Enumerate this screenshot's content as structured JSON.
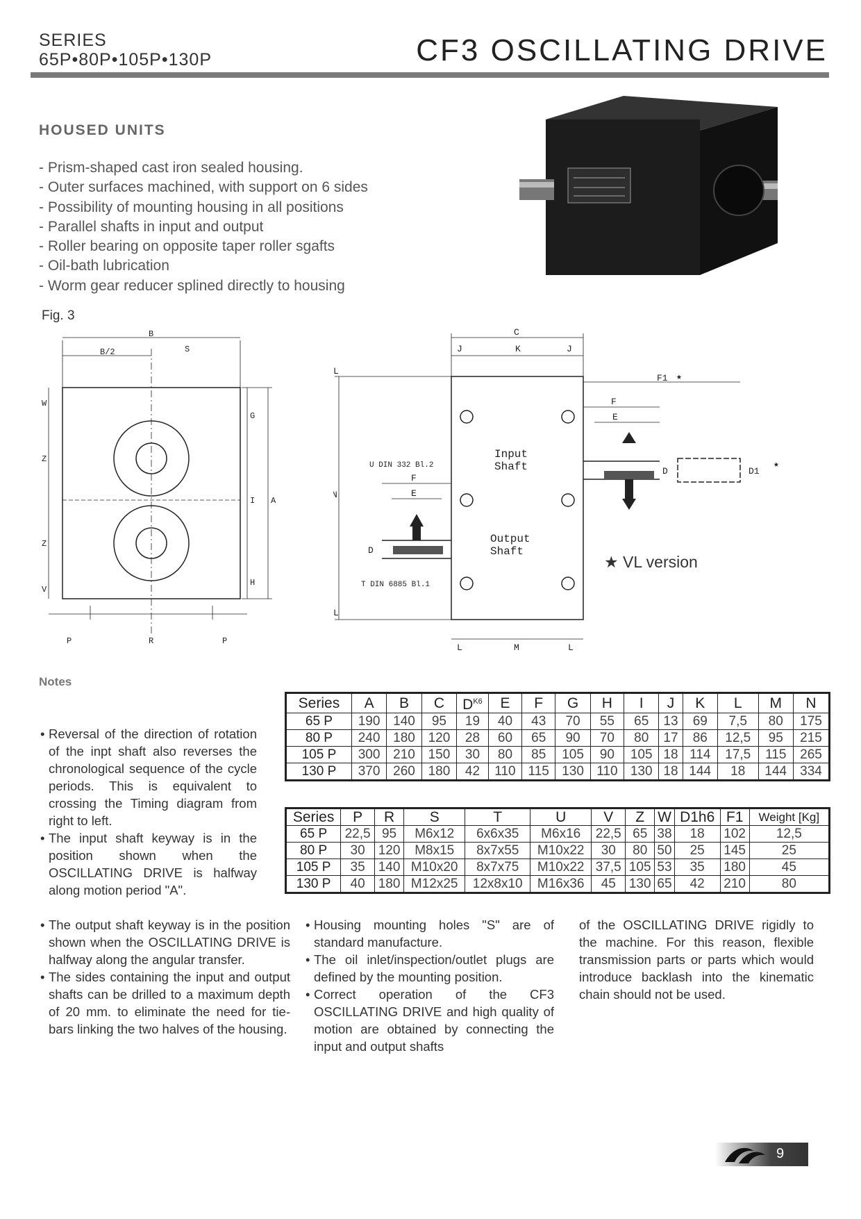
{
  "header": {
    "series_line1": "SERIES",
    "series_line2": "65P•80P•105P•130P",
    "title": "CF3 OSCILLATING DRIVE"
  },
  "section_title": "HOUSED UNITS",
  "features": [
    "- Prism-shaped cast iron sealed housing.",
    "- Outer surfaces machined, with support on 6 sides",
    "- Possibility of mounting housing in all positions",
    "- Parallel shafts in input and output",
    "- Roller bearing on opposite taper roller sgafts",
    "- Oil-bath lubrication",
    "- Worm gear reducer splined directly to housing"
  ],
  "figure": {
    "caption": "Fig. 3",
    "left_labels": {
      "B": "B",
      "B2": "B/2",
      "S": "S",
      "W": "W",
      "Z": "Z",
      "V": "V",
      "G": "G",
      "I": "I",
      "H": "H",
      "A": "A",
      "P": "P",
      "R": "R"
    },
    "right_labels": {
      "C": "C",
      "J": "J",
      "K": "K",
      "L": "L",
      "N": "N",
      "M": "M",
      "F1": "F1",
      "F": "F",
      "E": "E",
      "D": "D",
      "D1": "D1",
      "U": "U DIN 332 Bl.2",
      "T": "T DIN 6885 Bl.1",
      "input": [
        "Input",
        "Shaft"
      ],
      "output": [
        "Output",
        "Shaft"
      ],
      "star": "★"
    },
    "vl_note": "★ VL version"
  },
  "notes_title": "Notes",
  "table1": {
    "headers": [
      "Series",
      "A",
      "B",
      "C",
      "D",
      "E",
      "F",
      "G",
      "H",
      "I",
      "J",
      "K",
      "L",
      "M",
      "N"
    ],
    "d_superscript": "K6",
    "rows": [
      [
        "65 P",
        "190",
        "140",
        "95",
        "19",
        "40",
        "43",
        "70",
        "55",
        "65",
        "13",
        "69",
        "7,5",
        "80",
        "175"
      ],
      [
        "80 P",
        "240",
        "180",
        "120",
        "28",
        "60",
        "65",
        "90",
        "70",
        "80",
        "17",
        "86",
        "12,5",
        "95",
        "215"
      ],
      [
        "105 P",
        "300",
        "210",
        "150",
        "30",
        "80",
        "85",
        "105",
        "90",
        "105",
        "18",
        "114",
        "17,5",
        "115",
        "265"
      ],
      [
        "130 P",
        "370",
        "260",
        "180",
        "42",
        "110",
        "115",
        "130",
        "110",
        "130",
        "18",
        "144",
        "18",
        "144",
        "334"
      ]
    ]
  },
  "table2": {
    "headers": [
      "Series",
      "P",
      "R",
      "S",
      "T",
      "U",
      "V",
      "Z",
      "W",
      "D1h6",
      "F1",
      "Weight [Kg]"
    ],
    "rows": [
      [
        "65 P",
        "22,5",
        "95",
        "M6x12",
        "6x6x35",
        "M6x16",
        "22,5",
        "65",
        "38",
        "18",
        "102",
        "12,5"
      ],
      [
        "80 P",
        "30",
        "120",
        "M8x15",
        "8x7x55",
        "M10x22",
        "30",
        "80",
        "50",
        "25",
        "145",
        "25"
      ],
      [
        "105 P",
        "35",
        "140",
        "M10x20",
        "8x7x75",
        "M10x22",
        "37,5",
        "105",
        "53",
        "35",
        "180",
        "45"
      ],
      [
        "130 P",
        "40",
        "180",
        "M12x25",
        "12x8x10",
        "M16x36",
        "45",
        "130",
        "65",
        "42",
        "210",
        "80"
      ]
    ]
  },
  "notes": {
    "n1": "Reversal of the direction of rotation of the inpt shaft also reverses the chronological sequence of the cycle periods. This is equivalent to crossing the Timing diagram from right to left.",
    "n2": "The input shaft keyway is in the position shown when the OSCILLATING DRIVE is halfway along motion period \"A\".",
    "n3": "The output shaft keyway is in the position shown when the OSCILLATING DRIVE is halfway along the angular transfer.",
    "n4": "The sides containing the input and output shafts can be drilled to a maximum depth of 20 mm. to eliminate the need for tie-bars linking the two halves of the housing.",
    "n5": "Housing mounting holes \"S\" are of standard manufacture.",
    "n6": "The oil inlet/inspection/outlet plugs are defined by the mounting position.",
    "n7": "Correct operation of the CF3 OSCILLATING DRIVE and high quality of motion are obtained by connecting the input and output shafts",
    "n8": "of the OSCILLATING DRIVE rigidly to the machine. For this reason, flexible transmission parts or parts which would introduce backlash into the kinematic chain should not be used."
  },
  "page_number": "9"
}
